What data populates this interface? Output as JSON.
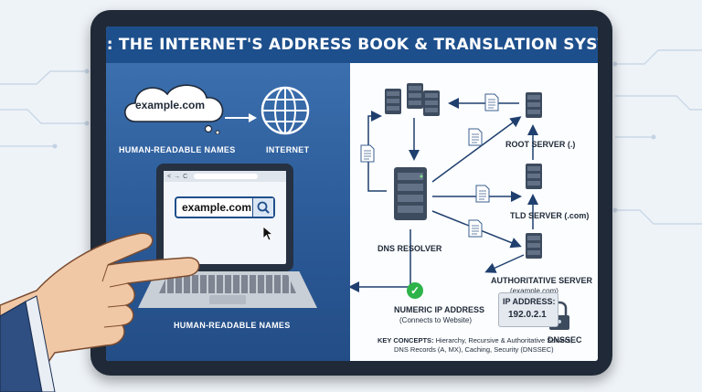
{
  "title": "DNS: THE INTERNET'S ADDRESS BOOK & TRANSLATION SYSTEM",
  "left": {
    "cloud_text": "example.com",
    "human_readable_top": "HUMAN-READABLE NAMES",
    "internet_label": "INTERNET",
    "browser_nav": [
      "<",
      "→",
      "C"
    ],
    "search_value": "example.com",
    "human_readable_bottom": "HUMAN-READABLE NAMES"
  },
  "right": {
    "root_server": "ROOT SERVER (.)",
    "tld_server": "TLD SERVER (.com)",
    "dns_resolver": "DNS RESOLVER",
    "authoritative_server": "AUTHORITATIVE SERVER",
    "authoritative_domain": "(example.com)",
    "numeric_ip": "NUMERIC IP ADDRESS",
    "connects": "(Connects to Website)",
    "ip_label": "IP ADDRESS:",
    "ip_value": "192.0.2.1",
    "dnssec": "DNSSEC",
    "key_concepts_label": "KEY CONCEPTS:",
    "key_concepts_line1": "Hierarchy, Recursive & Authoritative Servers,",
    "key_concepts_line2": "DNS Records (A, MX), Caching, Security (DNSSEC)"
  },
  "icons": [
    "cloud-icon",
    "globe-icon",
    "server-icon",
    "document-icon",
    "padlock-icon",
    "check-icon",
    "search-icon",
    "cursor-icon",
    "hand-icon"
  ],
  "colors": {
    "title_bar": "#1d4f8c",
    "left_panel": "#2b5a97",
    "accent_check": "#2db34a"
  }
}
